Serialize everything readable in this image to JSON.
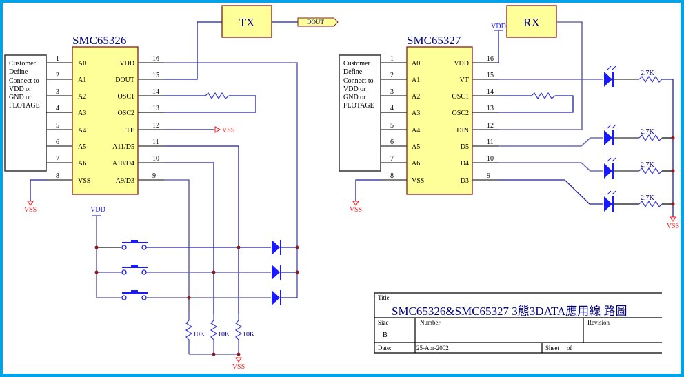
{
  "sheet": {
    "frame_color": "#00a2e8",
    "wire_color": "#1e1ea0",
    "chip_fill": "#ffff99",
    "power_color": "#ff2020"
  },
  "encoder": {
    "part_name": "SMC65326",
    "left_pins": [
      {
        "num": "1",
        "name": "A0"
      },
      {
        "num": "2",
        "name": "A1"
      },
      {
        "num": "3",
        "name": "A2"
      },
      {
        "num": "4",
        "name": "A3"
      },
      {
        "num": "5",
        "name": "A4"
      },
      {
        "num": "6",
        "name": "A5"
      },
      {
        "num": "7",
        "name": "A6"
      },
      {
        "num": "8",
        "name": "VSS"
      }
    ],
    "right_pins": [
      {
        "num": "16",
        "name": "VDD"
      },
      {
        "num": "15",
        "name": "DOUT"
      },
      {
        "num": "14",
        "name": "OSC1"
      },
      {
        "num": "13",
        "name": "OSC2"
      },
      {
        "num": "12",
        "name": "TE"
      },
      {
        "num": "11",
        "name": "A11/D5"
      },
      {
        "num": "10",
        "name": "A10/D4"
      },
      {
        "num": "9",
        "name": "A9/D3"
      }
    ],
    "address_note": [
      "Customer",
      "Define",
      "Connect to",
      "VDD or",
      "GND or",
      "FLOTAGE"
    ],
    "te_power": "VSS",
    "vss_power": "VSS",
    "tx_block": "TX",
    "output_port": "DOUT",
    "switch_vdd": "VDD",
    "pulldown_resistors": [
      "10K",
      "10K",
      "10K"
    ],
    "pulldown_power": "VSS"
  },
  "decoder": {
    "part_name": "SMC65327",
    "left_pins": [
      {
        "num": "1",
        "name": "A0"
      },
      {
        "num": "2",
        "name": "A1"
      },
      {
        "num": "3",
        "name": "A2"
      },
      {
        "num": "4",
        "name": "A3"
      },
      {
        "num": "5",
        "name": "A4"
      },
      {
        "num": "6",
        "name": "A5"
      },
      {
        "num": "7",
        "name": "A6"
      },
      {
        "num": "8",
        "name": "VSS"
      }
    ],
    "right_pins": [
      {
        "num": "16",
        "name": "VDD"
      },
      {
        "num": "15",
        "name": "VT"
      },
      {
        "num": "14",
        "name": "OSC1"
      },
      {
        "num": "13",
        "name": "OSC2"
      },
      {
        "num": "12",
        "name": "DIN"
      },
      {
        "num": "11",
        "name": "D5"
      },
      {
        "num": "10",
        "name": "D4"
      },
      {
        "num": "9",
        "name": "D3"
      }
    ],
    "address_note": [
      "Customer",
      "Define",
      "Connect to",
      "VDD or",
      "GND or",
      "FLOTAGE"
    ],
    "vdd_power": "VDD",
    "vss_power": "VSS",
    "rx_block": "RX",
    "led_resistors": [
      "2.7K",
      "2.7K",
      "2.7K",
      "2.7K"
    ],
    "led_power": "VSS"
  },
  "title_block": {
    "title_label": "Title",
    "title": "SMC65326&SMC65327 3態3DATA應用線 路圖",
    "size_label": "Size",
    "size": "B",
    "number_label": "Number",
    "number": "",
    "revision_label": "Revision",
    "revision": "",
    "date_label": "Date:",
    "date": "25-Apr-2002",
    "sheet_label": "Sheet",
    "of_label": "of"
  }
}
